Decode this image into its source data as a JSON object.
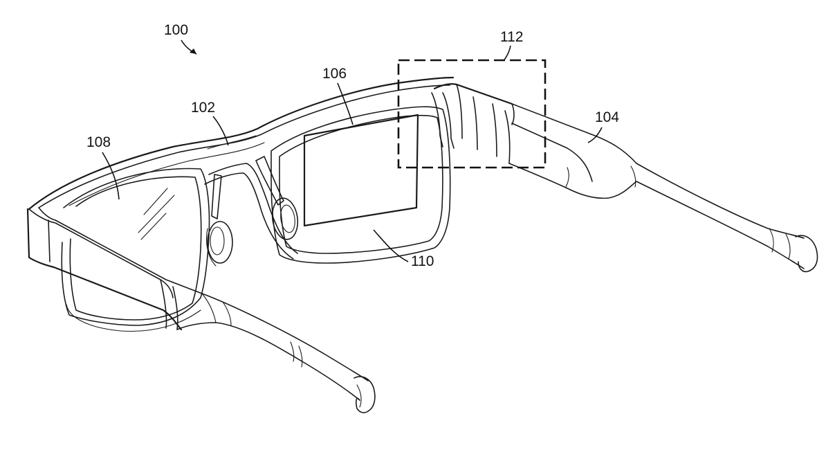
{
  "figure": {
    "labels": {
      "device": "100",
      "frame": "102",
      "temple": "104",
      "display": "106",
      "left_lens": "108",
      "right_lens": "110",
      "detail_region": "112"
    }
  },
  "colors": {
    "line": "#1a1a1a",
    "background": "#ffffff"
  }
}
